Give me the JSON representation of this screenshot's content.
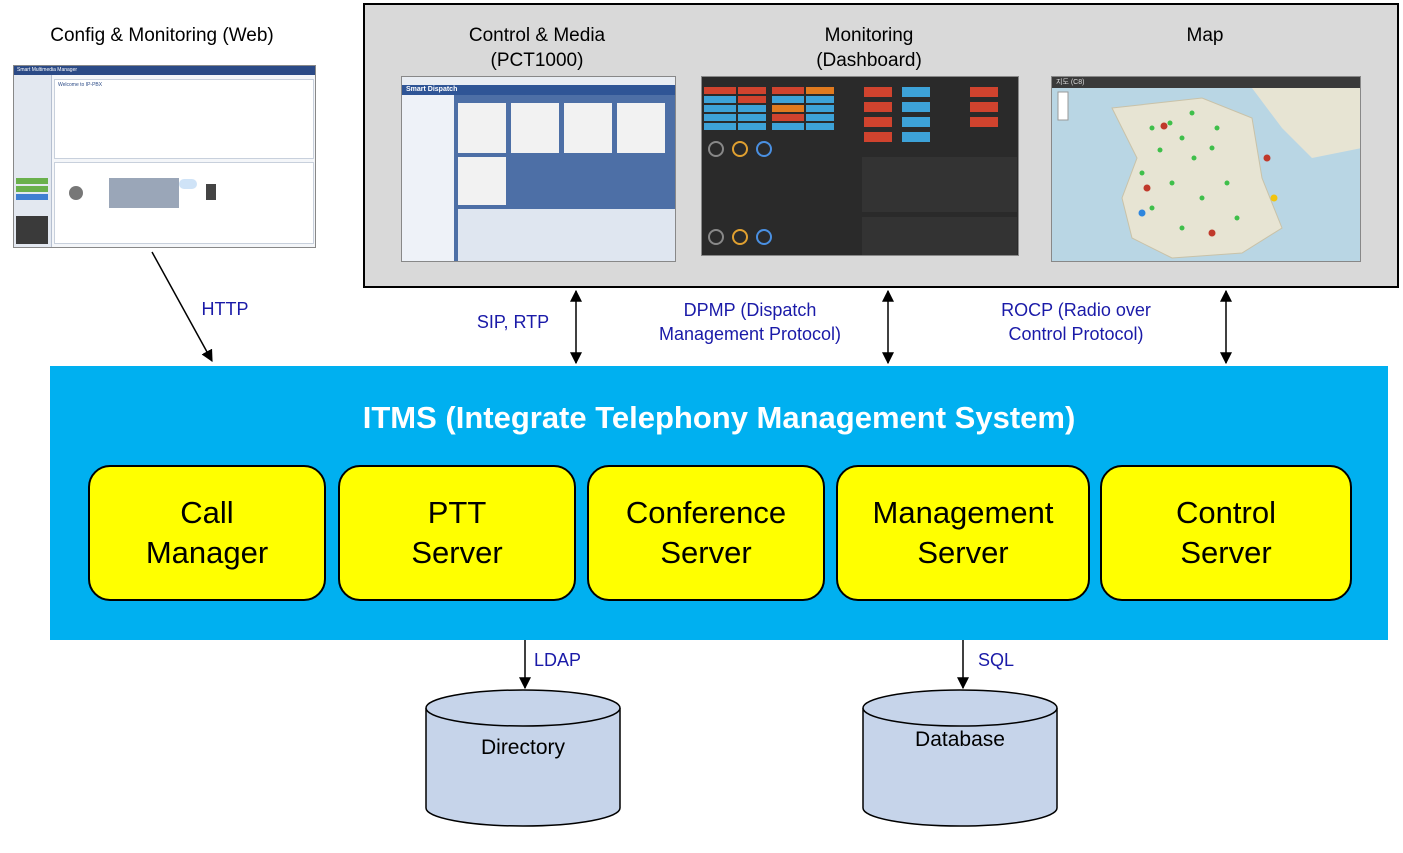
{
  "top_labels": {
    "config": "Config & Monitoring (Web)",
    "control_media_line1": "Control & Media",
    "control_media_line2": "(PCT1000)",
    "monitoring_line1": "Monitoring",
    "monitoring_line2": "(Dashboard)",
    "map": "Map"
  },
  "protocols": {
    "http": "HTTP",
    "sip_rtp": "SIP, RTP",
    "dpmp_line1": "DPMP (Dispatch",
    "dpmp_line2": "Management Protocol)",
    "rocp_line1": "ROCP (Radio over",
    "rocp_line2": "Control Protocol)",
    "ldap": "LDAP",
    "sql": "SQL"
  },
  "itms": {
    "title": "ITMS  (Integrate  Telephony  Management  System)",
    "servers": [
      {
        "line1": "Call",
        "line2": "Manager"
      },
      {
        "line1": "PTT",
        "line2": "Server"
      },
      {
        "line1": "Conference",
        "line2": "Server"
      },
      {
        "line1": "Management",
        "line2": "Server"
      },
      {
        "line1": "Control",
        "line2": "Server"
      }
    ]
  },
  "databases": {
    "directory": "Directory",
    "database": "Database"
  },
  "screenshots": {
    "web_app_title": "Smart Multimedia Manager",
    "web_welcome": "Welcome to IP-PBX",
    "dispatch_app_title": "Smart Dispatch",
    "map_title": "지도 (C8)"
  },
  "colors": {
    "itms_bg": "#00b0f0",
    "server_bg": "#ffff00",
    "protocol_text": "#1a1aa8",
    "panel_bg": "#d9d9d9",
    "db_fill": "#c6d4ea"
  }
}
